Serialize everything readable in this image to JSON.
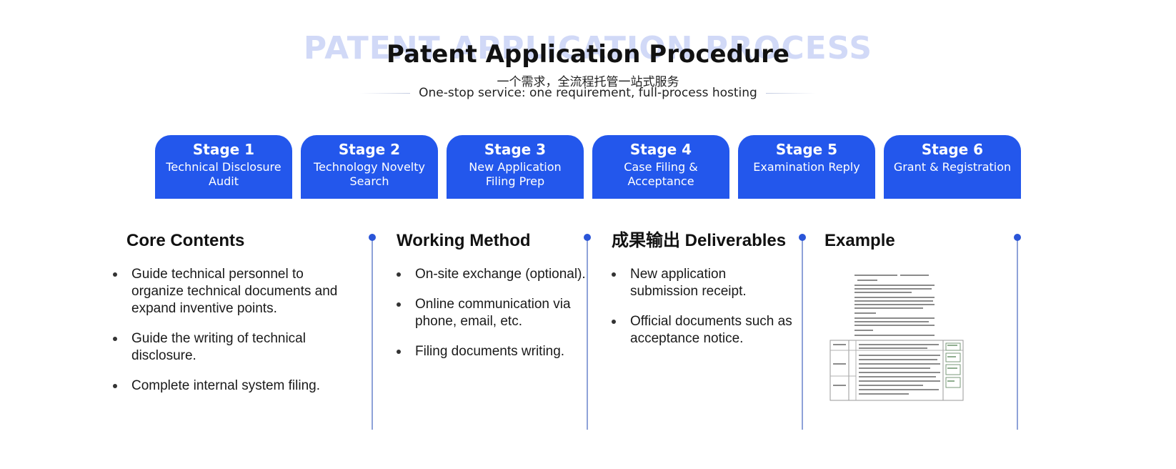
{
  "header": {
    "watermark": "PATENT APPLICATION PROCESS",
    "title": "Patent Application Procedure",
    "subtitle_cn": "一个需求，全流程托管一站式服务",
    "subtitle_en": "One-stop service: one requirement, full-process hosting"
  },
  "stages": [
    {
      "title": "Stage 1",
      "desc": "Technical Disclosure Audit"
    },
    {
      "title": "Stage 2",
      "desc": "Technology Novelty Search"
    },
    {
      "title": "Stage 3",
      "desc": "New Application Filing Prep"
    },
    {
      "title": "Stage 4",
      "desc": "Case Filing & Acceptance"
    },
    {
      "title": "Stage 5",
      "desc": "Examination Reply"
    },
    {
      "title": "Stage 6",
      "desc": "Grant & Registration"
    }
  ],
  "columns": {
    "core": {
      "heading": "Core Contents",
      "items": [
        "Guide technical personnel to organize technical documents and expand inventive points.",
        "Guide the writing of technical disclosure.",
        "Complete internal system filing."
      ]
    },
    "method": {
      "heading": "Working Method",
      "items": [
        "On-site exchange (optional).",
        "Online communication via phone, email, etc.",
        "Filing documents writing."
      ]
    },
    "deliverables": {
      "heading": "成果输出 Deliverables",
      "items": [
        "New application submission receipt.",
        "Official documents such as acceptance notice."
      ]
    },
    "example": {
      "heading": "Example"
    }
  },
  "colors": {
    "stage_blue": "#2357ec",
    "divider": "#8ea2d8",
    "divider_dot": "#2a55d8",
    "watermark": "#c9d3f6"
  },
  "icons": {
    "example_image": "document-thumbnail"
  }
}
